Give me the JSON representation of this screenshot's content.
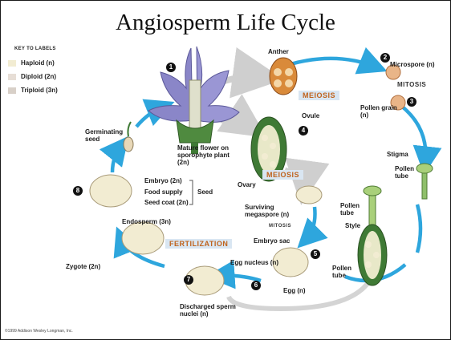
{
  "title": "Angiosperm Life Cycle",
  "key": {
    "title": "KEY TO LABELS",
    "items": [
      {
        "label": "Haploid (n)",
        "color": "#f2ecd2"
      },
      {
        "label": "Diploid (2n)",
        "color": "#e7ded6"
      },
      {
        "label": "Triploid (3n)",
        "color": "#d8d0c8"
      }
    ]
  },
  "banners": {
    "meiosis_top": "MEIOSIS",
    "mitosis_top": "MITOSIS",
    "meiosis_mid": "MEIOSIS",
    "mitosis_mid": "MITOSIS",
    "fertilization": "FERTILIZATION"
  },
  "labels": {
    "anther": "Anther",
    "microspore": "Microspore (n)",
    "pollen_grain": "Pollen grain (n)",
    "ovule": "Ovule",
    "ovary": "Ovary",
    "mature_flower": "Mature flower on sporophyte plant (2n)",
    "germinating_seed": "Germinating seed",
    "stigma": "Stigma",
    "pollen_tube_1": "Pollen tube",
    "pollen_tube_2": "Pollen tube",
    "pollen_tube_3": "Pollen tube",
    "style": "Style",
    "embryo": "Embryo (2n)",
    "food_supply": "Food supply",
    "seed_coat": "Seed coat (2n)",
    "seed": "Seed",
    "surviving_megaspore": "Surviving megaspore (n)",
    "embryo_sac": "Embryo sac",
    "endosperm": "Endosperm (3n)",
    "zygote": "Zygote (2n)",
    "egg_nucleus": "Egg nucleus (n)",
    "egg": "Egg (n)",
    "discharged_sperm": "Discharged sperm nuclei (n)"
  },
  "steps": [
    "1",
    "2",
    "3",
    "4",
    "5",
    "6",
    "7",
    "8"
  ],
  "colors": {
    "cycle_arrow": "#2ea6dd",
    "gray_arrow": "#cfcfcf",
    "flower": "#8a86c8",
    "anther": "#d98a3a",
    "green": "#3f7a35"
  },
  "copyright": "©1999 Addison Wesley Longman, Inc."
}
